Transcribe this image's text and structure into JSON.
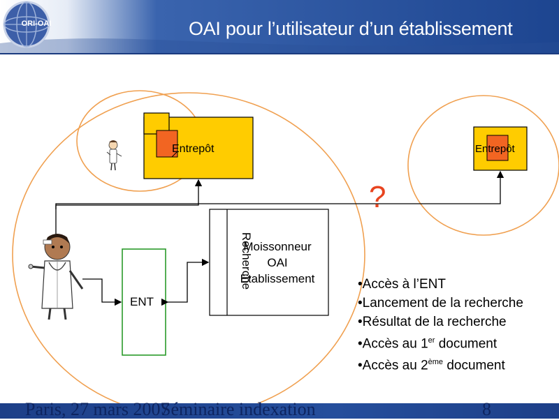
{
  "header": {
    "title": "OAI pour l’utilisateur d’un établissement",
    "logo_text": "ORI-OAI",
    "bar_color": "#1f4a98"
  },
  "diagram": {
    "entrepot_local_label": "Entrepôt",
    "entrepot_distant_label": "Entrepôt",
    "recherche_label": "Recherche",
    "moissonneur_lines": [
      "Moissonneur",
      "OAI",
      "Etablissement"
    ],
    "ent_label": "ENT",
    "question_mark": "?",
    "colors": {
      "entrepot_fill": "#ffcc00",
      "document_fill": "#f26522",
      "ellipse_stroke": "#f0a050",
      "ent_border": "#2a9a2a",
      "question_mark": "#e8441f"
    }
  },
  "steps": [
    {
      "prefix": "•Accès à l’ENT",
      "sup": "",
      "suffix": ""
    },
    {
      "prefix": "•Lancement de la recherche",
      "sup": "",
      "suffix": ""
    },
    {
      "prefix": "•Résultat de la recherche",
      "sup": "",
      "suffix": ""
    },
    {
      "prefix": "•Accès au 1",
      "sup": "er",
      "suffix": " document"
    },
    {
      "prefix": "•Accès au 2",
      "sup": "ème",
      "suffix": " document"
    }
  ],
  "footer": {
    "location_date": "Paris, 27 mars 2007",
    "event": "Séminaire indexation",
    "page_number": "8"
  }
}
